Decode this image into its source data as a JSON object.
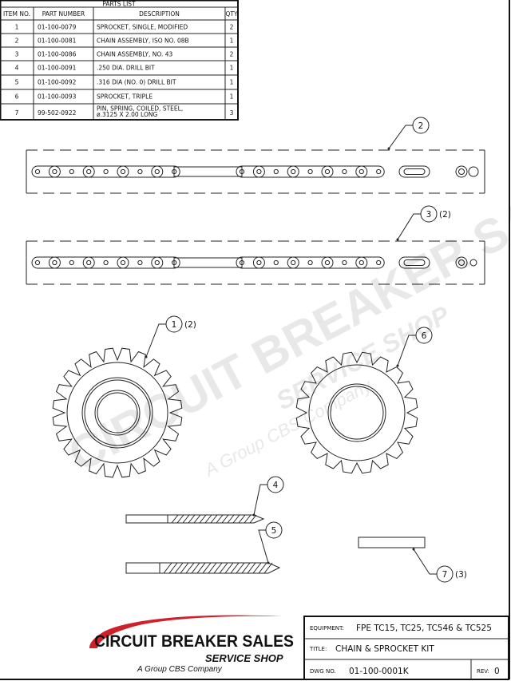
{
  "parts_list": {
    "title": "PARTS LIST",
    "headers": [
      "ITEM NO.",
      "PART NUMBER",
      "DESCRIPTION",
      "QTY"
    ],
    "rows": [
      {
        "item": "1",
        "part": "01-100-0079",
        "desc": "SPROCKET, SINGLE, MODIFIED",
        "desc2": "",
        "qty": "2"
      },
      {
        "item": "2",
        "part": "01-100-0081",
        "desc": "CHAIN ASSEMBLY, ISO NO. 08B",
        "desc2": "",
        "qty": "1"
      },
      {
        "item": "3",
        "part": "01-100-0086",
        "desc": "CHAIN ASSEMBLY, NO. 43",
        "desc2": "",
        "qty": "2"
      },
      {
        "item": "4",
        "part": "01-100-0091",
        "desc": ".250 DIA. DRILL BIT",
        "desc2": "",
        "qty": "1"
      },
      {
        "item": "5",
        "part": "01-100-0092",
        "desc": ".316 DIA (NO. 0) DRILL BIT",
        "desc2": "",
        "qty": "1"
      },
      {
        "item": "6",
        "part": "01-100-0093",
        "desc": "SPROCKET, TRIPLE",
        "desc2": "",
        "qty": "1"
      },
      {
        "item": "7",
        "part": "99-502-0922",
        "desc": "PIN, SPRING, COILED, STEEL,",
        "desc2": "ø.3125 X 2.00 LONG",
        "qty": "3"
      }
    ]
  },
  "balloons": [
    {
      "num": "2",
      "qty": ""
    },
    {
      "num": "3",
      "qty": "(2)"
    },
    {
      "num": "1",
      "qty": "(2)"
    },
    {
      "num": "6",
      "qty": ""
    },
    {
      "num": "4",
      "qty": ""
    },
    {
      "num": "5",
      "qty": ""
    },
    {
      "num": "7",
      "qty": "(3)"
    }
  ],
  "watermark": {
    "line1": "CIRCUIT BREAKER SALES",
    "line2": "SERVICE SHOP",
    "line3": "A Group CBS Company"
  },
  "logo": {
    "name": "CIRCUIT BREAKER SALES",
    "sub": "SERVICE SHOP",
    "tagline": "A Group CBS Company",
    "red": "#d0202a"
  },
  "title_block": {
    "equipment_label": "EQUIPMENT:",
    "equipment": "FPE TC15, TC25, TC546 & TC525",
    "title_label": "TITLE:",
    "title": "CHAIN & SPROCKET KIT",
    "dwg_label": "DWG NO.",
    "dwg": "01-100-0001K",
    "rev_label": "REV:",
    "rev": "0"
  }
}
